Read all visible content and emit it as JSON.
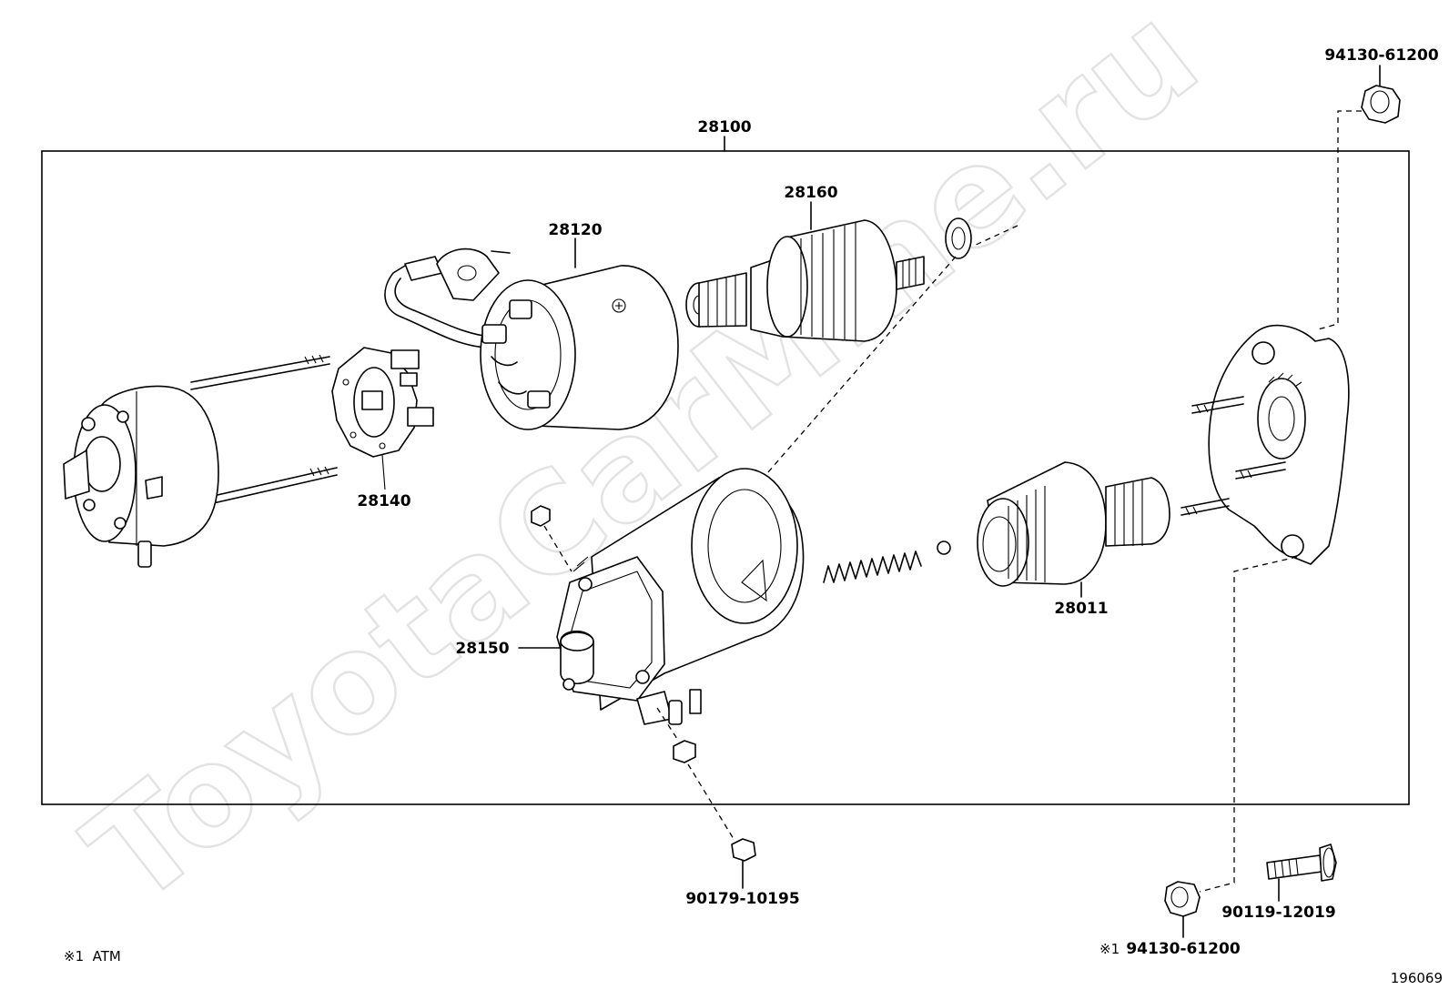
{
  "watermark": "ToyotaCarMine.ru",
  "assembly_label": "28100",
  "labels": {
    "p28160": "28160",
    "p28120": "28120",
    "p28140": "28140",
    "p28150": "28150",
    "p28011": "28011",
    "nut_top": "94130-61200",
    "nut_bottom": "90179-10195",
    "bolt": "90119-12019",
    "nut_bottom_right": "94130-61200",
    "nut_bottom_right_mark": "※1"
  },
  "footnote": "※1  ATM",
  "diagram_id": "196069"
}
